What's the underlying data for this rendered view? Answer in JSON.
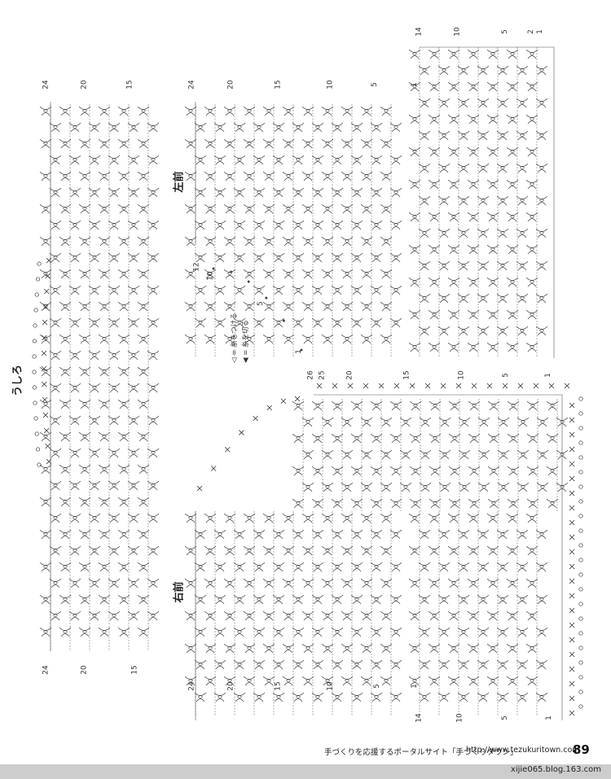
{
  "pieces": {
    "back_label": "うしろ",
    "left_front_label": "左前",
    "right_front_label": "右前"
  },
  "key": {
    "attach_yarn": "◁ = 糸をつける",
    "cut_yarn": "◀ = 糸を切る"
  },
  "back_rows_top": [
    "24",
    "20",
    "15"
  ],
  "back_rows_bottom": [
    "24",
    "20",
    "15"
  ],
  "left_front_rows_top": [
    "24",
    "20",
    "15",
    "10",
    "5",
    "1"
  ],
  "left_front_rows_top_right": [
    "14",
    "10",
    "5",
    "2",
    "1"
  ],
  "left_front_rows_bottom_left": [
    "12",
    "10",
    "5",
    "1"
  ],
  "right_front_rows_top": [
    "26",
    "25",
    "20",
    "15",
    "10",
    "5",
    "1"
  ],
  "right_front_rows_bottom": [
    "24",
    "20",
    "15",
    "10",
    "5",
    "1"
  ],
  "right_front_rows_bottom_right": [
    "14",
    "10",
    "5",
    "1"
  ],
  "footer": {
    "site_text": "手づくりを応援するポータルサイト「手づくりタウン」",
    "url": "http://www.tezukuritown.com",
    "page_number": "89"
  },
  "credit": "xijie065.blog.163.com"
}
